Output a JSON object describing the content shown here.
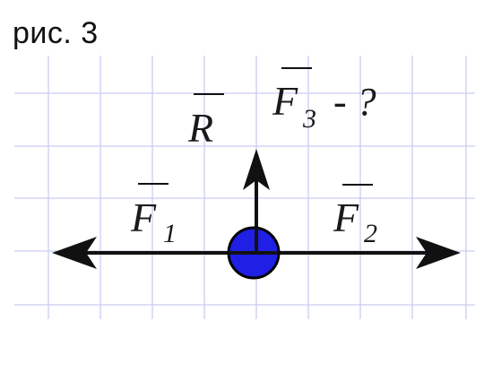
{
  "caption": "рис. 3",
  "colors": {
    "grid": "#c9cef0",
    "arrow": "#111111",
    "body_fill": "#1f1fe6",
    "body_stroke": "#000000"
  },
  "labels": {
    "r": {
      "letter": "R",
      "sub": ""
    },
    "f1": {
      "letter": "F",
      "sub": "1"
    },
    "f2": {
      "letter": "F",
      "sub": "2"
    },
    "f3": {
      "letter": "F",
      "sub": "3",
      "suffix": "- ?"
    }
  }
}
